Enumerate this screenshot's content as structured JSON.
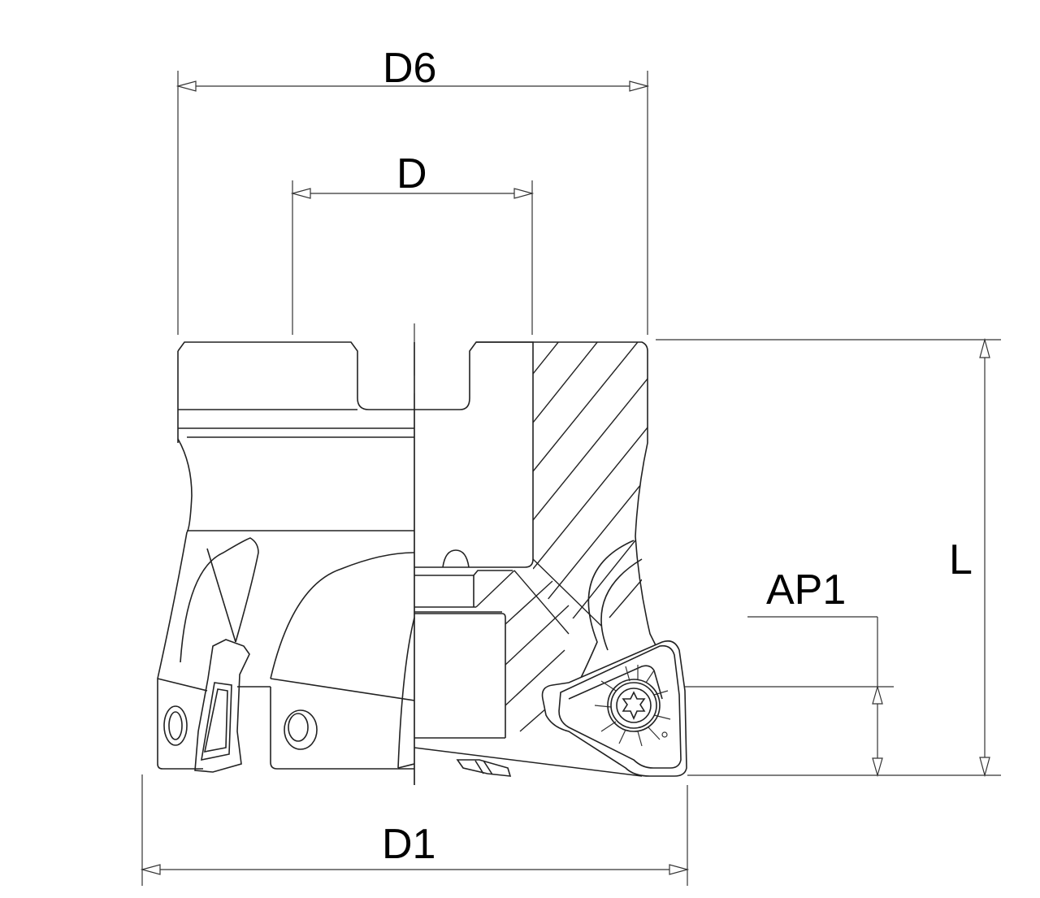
{
  "drawing": {
    "subject": "Indexable face milling cutter - half section view",
    "line_color": "#222222",
    "background": "#ffffff"
  },
  "dimensions": {
    "D6": {
      "label": "D6",
      "orientation": "horizontal",
      "description": "body outer diameter"
    },
    "D": {
      "label": "D",
      "orientation": "horizontal",
      "description": "bore diameter"
    },
    "D1": {
      "label": "D1",
      "orientation": "horizontal",
      "description": "cutting diameter"
    },
    "L": {
      "label": "L",
      "orientation": "vertical",
      "description": "overall length"
    },
    "AP1": {
      "label": "AP1",
      "orientation": "vertical",
      "description": "max depth of cut"
    }
  }
}
